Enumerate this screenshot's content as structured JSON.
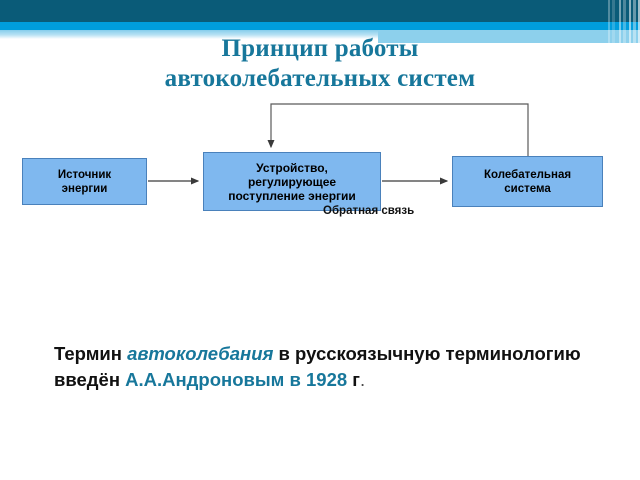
{
  "header": {
    "band_dark_color": "#0a5b78",
    "band_cyan_color": "#009ddc",
    "band_light_color": "#8dd0ec"
  },
  "title": {
    "line1": "Принцип работы",
    "line2": "автоколебательных систем",
    "color": "#17779b"
  },
  "diagram": {
    "feedback_label": "Обратная связь",
    "node_fill": "#7fb8ef",
    "node_border": "#4a81bb",
    "nodes": [
      {
        "id": "source",
        "line1": "Источник",
        "line2": "энергии"
      },
      {
        "id": "regulator",
        "line1": "Устройство,",
        "line2": "регулирующее",
        "line3": "поступление энергии"
      },
      {
        "id": "oscillator",
        "line1": "Колебательная",
        "line2": "система"
      }
    ]
  },
  "body": {
    "part1": "Термин ",
    "term": "автоколебания",
    "part2": " в русскоязычную терминологию введён ",
    "author": "А.А.Андроновым в 1928",
    "part3": " г",
    "period": ".",
    "accent_color": "#17779b"
  }
}
